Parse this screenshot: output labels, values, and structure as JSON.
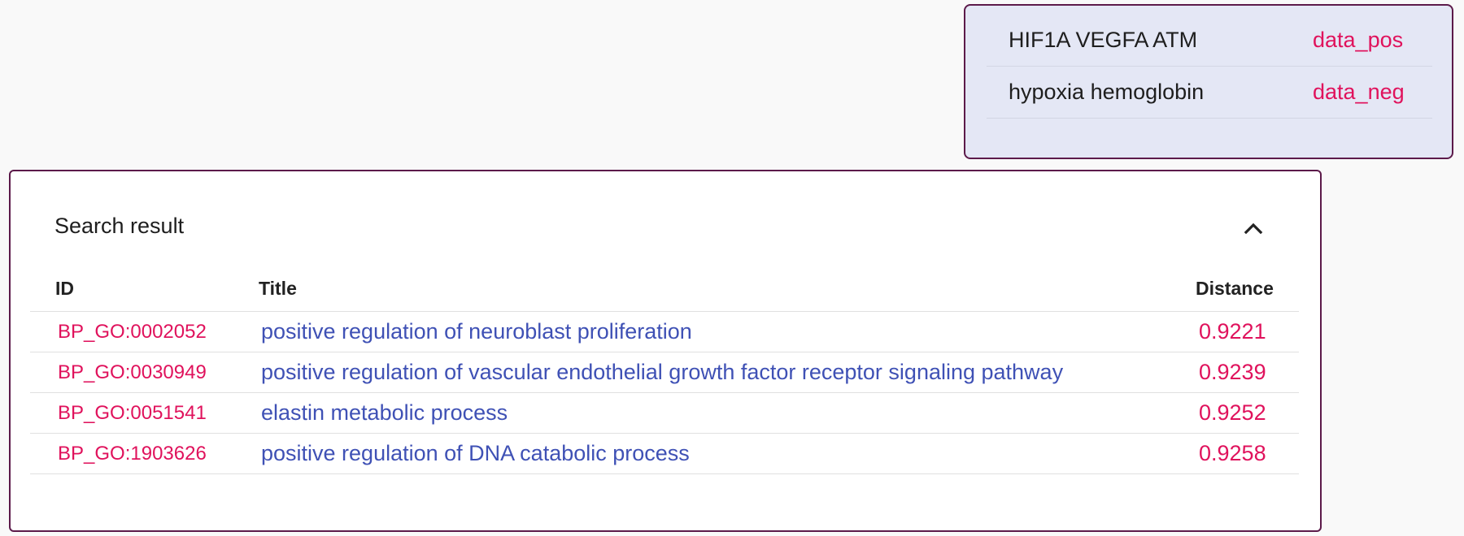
{
  "queries": [
    {
      "text": "HIF1A VEGFA ATM",
      "tag": "data_pos"
    },
    {
      "text": "hypoxia hemoglobin",
      "tag": "data_neg"
    }
  ],
  "results": {
    "title": "Search result",
    "collapse_icon": "chevron-up-icon",
    "columns": {
      "id": "ID",
      "title": "Title",
      "distance": "Distance"
    },
    "rows": [
      {
        "id": "BP_GO:0002052",
        "title": "positive regulation of neuroblast proliferation",
        "distance": "0.9221"
      },
      {
        "id": "BP_GO:0030949",
        "title": "positive regulation of vascular endothelial growth factor receptor signaling pathway",
        "distance": "0.9239"
      },
      {
        "id": "BP_GO:0051541",
        "title": "elastin metabolic process",
        "distance": "0.9252"
      },
      {
        "id": "BP_GO:1903626",
        "title": "positive regulation of DNA catabolic process",
        "distance": "0.9258"
      }
    ]
  },
  "colors": {
    "accent_pink": "#e0125c",
    "link_blue": "#3f51b5",
    "border": "#5c1a4a",
    "query_bg": "#e4e7f5"
  }
}
